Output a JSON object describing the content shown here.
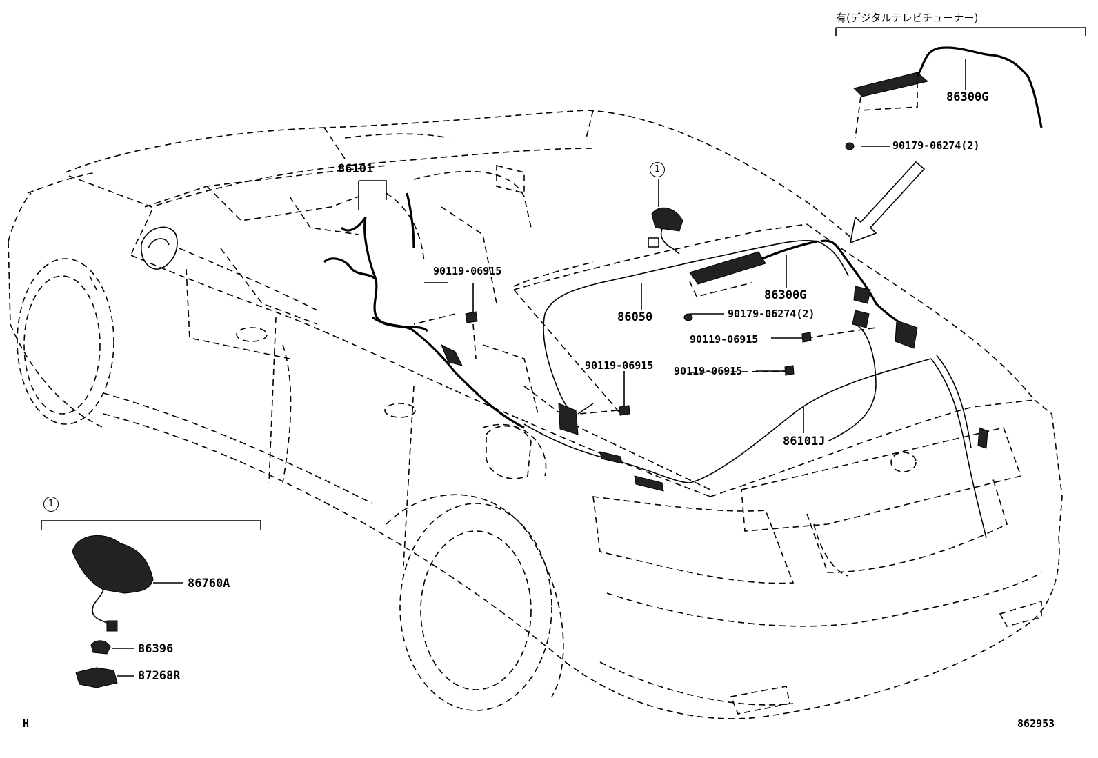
{
  "labels": {
    "p86101": "86101",
    "p86050": "86050",
    "p86300G_main": "86300G",
    "p86300G_inset": "86300G",
    "p86101J": "86101J",
    "p86760A": "86760A",
    "p86396": "86396",
    "p87268R": "87268R",
    "bolt_a": "90119-06915",
    "bolt_b": "90119-06915",
    "bolt_c": "90119-06915",
    "bolt_d": "90119-06915",
    "clip_main": "90179-06274(2)",
    "clip_inset": "90179-06274(2)"
  },
  "inset_header": "有(デジタルテレビチューナー)",
  "callout_ref": "1",
  "corner_left": "H",
  "corner_right": "862953",
  "icons": [
    "car-body-outline",
    "antenna-icon",
    "wire-harness",
    "bolt-icon",
    "clip-icon",
    "arrow-icon"
  ]
}
